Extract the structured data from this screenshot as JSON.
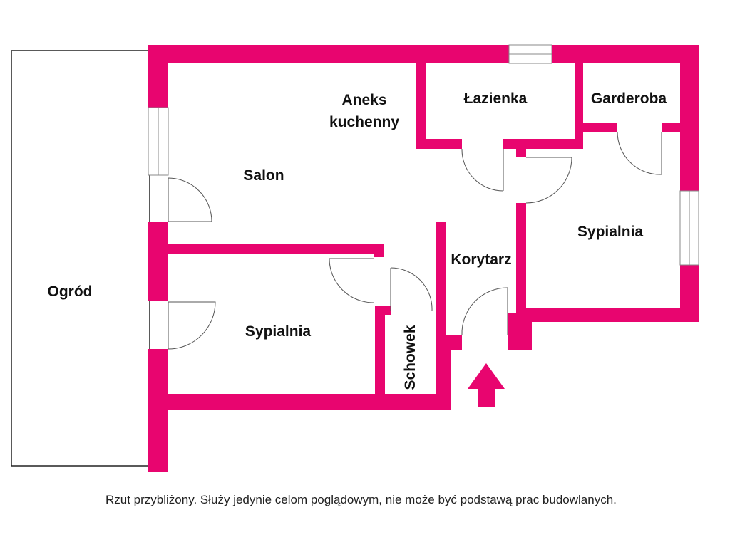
{
  "plan": {
    "rooms": {
      "garden": "Ogród",
      "living_room": "Salon",
      "kitchenette_line1": "Aneks",
      "kitchenette_line2": "kuchenny",
      "bathroom": "Łazienka",
      "wardrobe": "Garderoba",
      "bedroom_right": "Sypialnia",
      "corridor": "Korytarz",
      "bedroom_left": "Sypialnia",
      "storage": "Schowek"
    },
    "colors": {
      "wall": "#e8056f",
      "background": "#ffffff"
    },
    "entrance_icon": "arrow-up-icon"
  },
  "caption": "Rzut przybliżony. Służy jedynie celom poglądowym, nie może być podstawą prac budowlanych."
}
